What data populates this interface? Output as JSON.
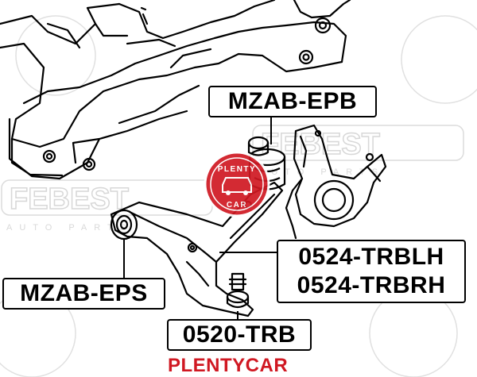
{
  "labels": {
    "mzab_epb": "MZAB-EPB",
    "mzab_eps": "MZAB-EPS",
    "trblh": "0524-TRBLH",
    "trbrh": "0524-TRBRH",
    "trb": "0520-TRB"
  },
  "watermarks": {
    "brand": "FEBEST",
    "sub": "AUTO PARTS",
    "badge_top": "PLENTY",
    "badge_bottom": "CAR"
  },
  "footer": "PLENTYCAR",
  "colors": {
    "accent": "#d01822",
    "ink": "#000000",
    "watermark": "#d7d7d7"
  }
}
